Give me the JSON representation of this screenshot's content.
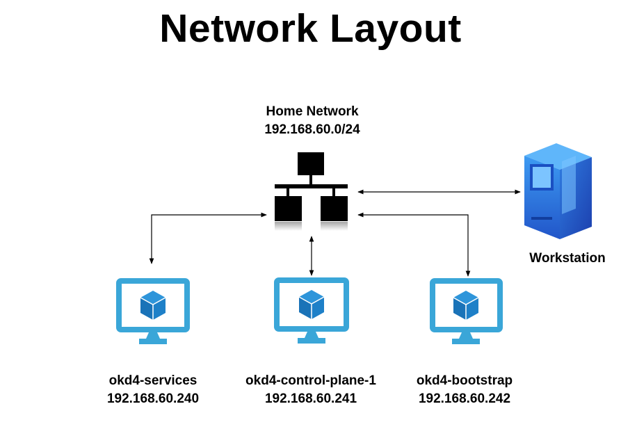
{
  "title": "Network Layout",
  "network": {
    "name": "Home Network",
    "subnet": "192.168.60.0/24"
  },
  "workstation": {
    "label": "Workstation"
  },
  "vms": [
    {
      "name": "okd4-services",
      "ip": "192.168.60.240"
    },
    {
      "name": "okd4-control-plane-1",
      "ip": "192.168.60.241"
    },
    {
      "name": "okd4-bootstrap",
      "ip": "192.168.60.242"
    }
  ],
  "colors": {
    "vm_frame": "#3AA6D8",
    "vm_cube_dark": "#1A73B8",
    "vm_cube_light": "#2E95DA",
    "workstation_dark": "#2155C9",
    "workstation_light": "#3D9BF2",
    "switch": "#000000"
  }
}
